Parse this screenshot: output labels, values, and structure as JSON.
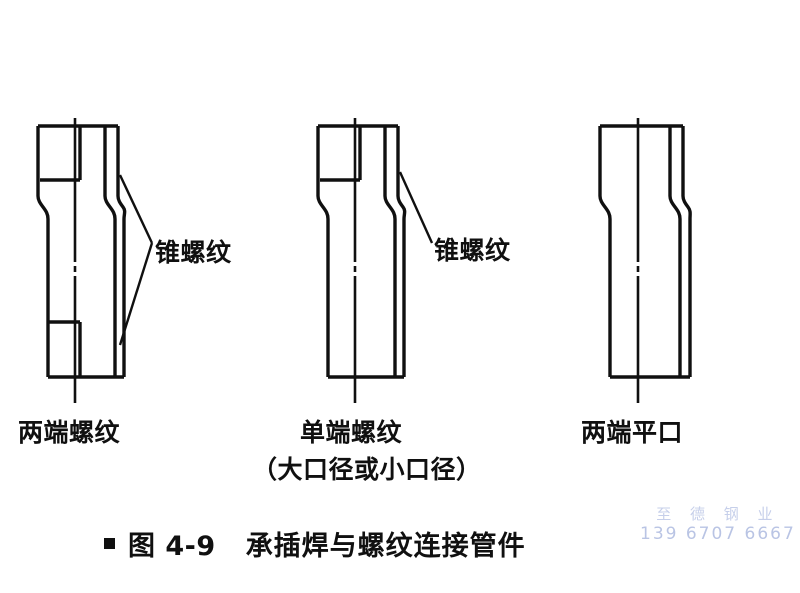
{
  "figure": {
    "caption_bullet": "■",
    "caption_number": "图 4-9",
    "caption_text": "承插焊与螺纹连接管件"
  },
  "annotations": {
    "thread_label_1": "锥螺纹",
    "thread_label_2": "锥螺纹"
  },
  "parts": [
    {
      "id": "both-ends-threaded",
      "label": "两端螺纹",
      "sublabel": ""
    },
    {
      "id": "single-end-threaded",
      "label": "单端螺纹",
      "sublabel": "（大口径或小口径）"
    },
    {
      "id": "both-ends-plain",
      "label": "两端平口",
      "sublabel": ""
    }
  ],
  "watermark": {
    "brand": "至 德 钢 业",
    "phone": "139 6707 6667",
    "color": "#c2cbe8"
  },
  "style": {
    "line_color": "#101010",
    "background": "#ffffff"
  }
}
